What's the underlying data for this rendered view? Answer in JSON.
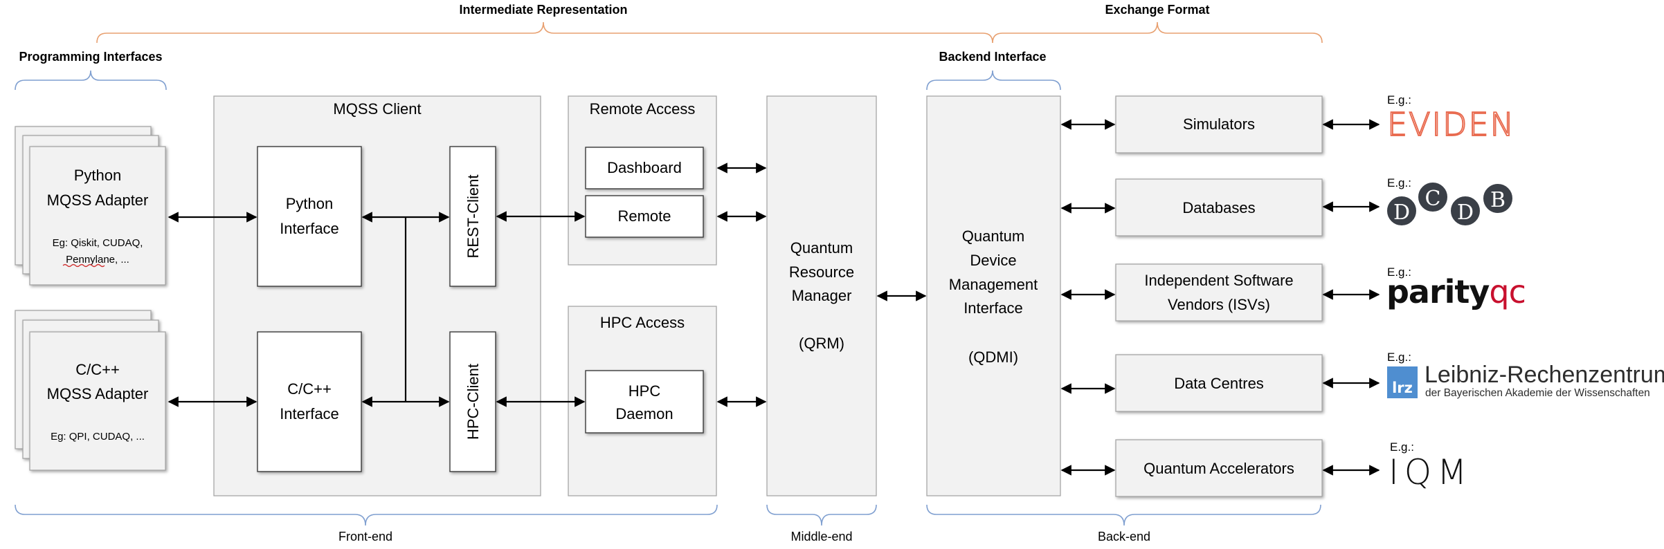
{
  "brackets": {
    "intermediate_representation": "Intermediate Representation",
    "exchange_format": "Exchange Format",
    "programming_interfaces": "Programming Interfaces",
    "backend_interface": "Backend Interface",
    "front_end": "Front-end",
    "middle_end": "Middle-end",
    "back_end": "Back-end"
  },
  "adapters": {
    "python": {
      "line1": "Python",
      "line2": "MQSS Adapter",
      "eg1": "Eg: Qiskit, CUDAQ,",
      "eg2": "Pennylane, ..."
    },
    "cpp": {
      "line1": "C/C++",
      "line2": "MQSS Adapter",
      "eg1": "Eg: QPI, CUDAQ, ..."
    }
  },
  "client": {
    "title": "MQSS Client",
    "python_interface": [
      "Python",
      "Interface"
    ],
    "cpp_interface": [
      "C/C++",
      "Interface"
    ],
    "rest_client": "REST-Client",
    "hpc_client": "HPC-Client"
  },
  "remote_access": {
    "title": "Remote Access",
    "dashboard": "Dashboard",
    "remote": "Remote"
  },
  "hpc_access": {
    "title": "HPC Access",
    "daemon": [
      "HPC",
      "Daemon"
    ]
  },
  "qrm": {
    "lines": [
      "Quantum",
      "Resource",
      "Manager",
      "",
      "(QRM)"
    ]
  },
  "qdmi": {
    "lines": [
      "Quantum",
      "Device",
      "Management",
      "Interface",
      "",
      "(QDMI)"
    ]
  },
  "backends": [
    {
      "lines": [
        "Simulators"
      ],
      "example_label": "E.g.:",
      "example": "EVIDEN",
      "example_icon": "eviden-logo"
    },
    {
      "lines": [
        "Databases"
      ],
      "example_label": "E.g.:",
      "example": "DCDB",
      "example_icon": "dcdb-logo"
    },
    {
      "lines": [
        "Independent Software",
        "Vendors (ISVs)"
      ],
      "example_label": "E.g.:",
      "example": "parityqc",
      "example_icon": "parityqc-logo"
    },
    {
      "lines": [
        "Data Centres"
      ],
      "example_label": "E.g.:",
      "example": "Leibniz-Rechenzentrum",
      "example_sub": "der Bayerischen Akademie der Wissenschaften",
      "example_badge": "lrz",
      "example_icon": "lrz-logo"
    },
    {
      "lines": [
        "Quantum Accelerators"
      ],
      "example_label": "E.g.:",
      "example": "IQM",
      "example_icon": "iqm-logo"
    }
  ],
  "colors": {
    "box_fill": "#f2f2f2",
    "brace_orange": "#e8a070",
    "brace_blue": "#7f9fd0",
    "eviden": "#e8664a",
    "parityqc_accent": "#c8102e",
    "lrz_blue": "#4f8ed0",
    "dcdb_circle": "#3a3f47"
  }
}
